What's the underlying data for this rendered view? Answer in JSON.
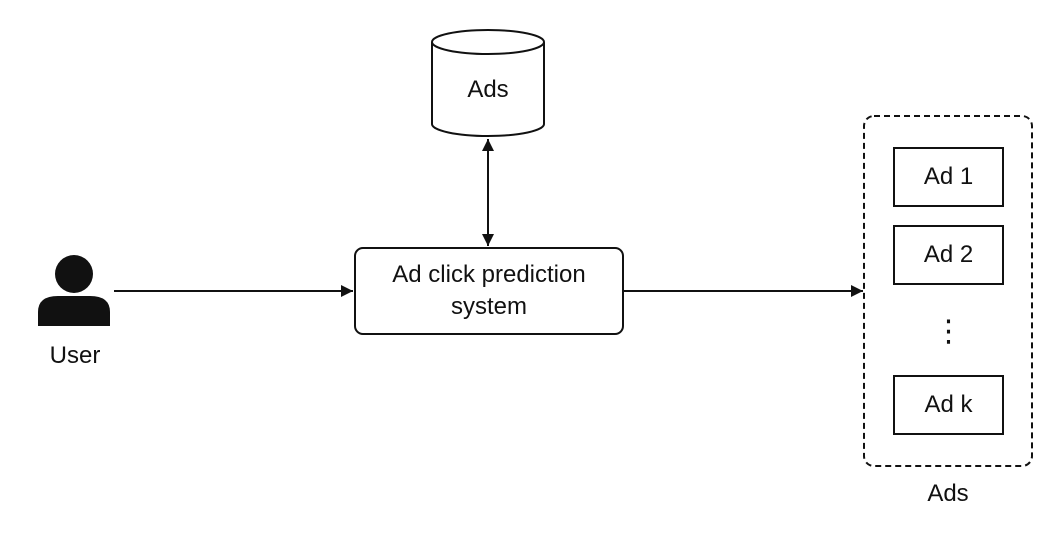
{
  "user": {
    "label": "User",
    "icon": "user-icon"
  },
  "database": {
    "label": "Ads",
    "icon": "database-cylinder-icon"
  },
  "system": {
    "label_line1": "Ad click prediction",
    "label_line2": "system"
  },
  "results": {
    "items": [
      "Ad 1",
      "Ad 2",
      "Ad k"
    ],
    "ellipsis": "⋮",
    "caption": "Ads"
  },
  "colors": {
    "stroke": "#111111",
    "background": "#ffffff"
  }
}
